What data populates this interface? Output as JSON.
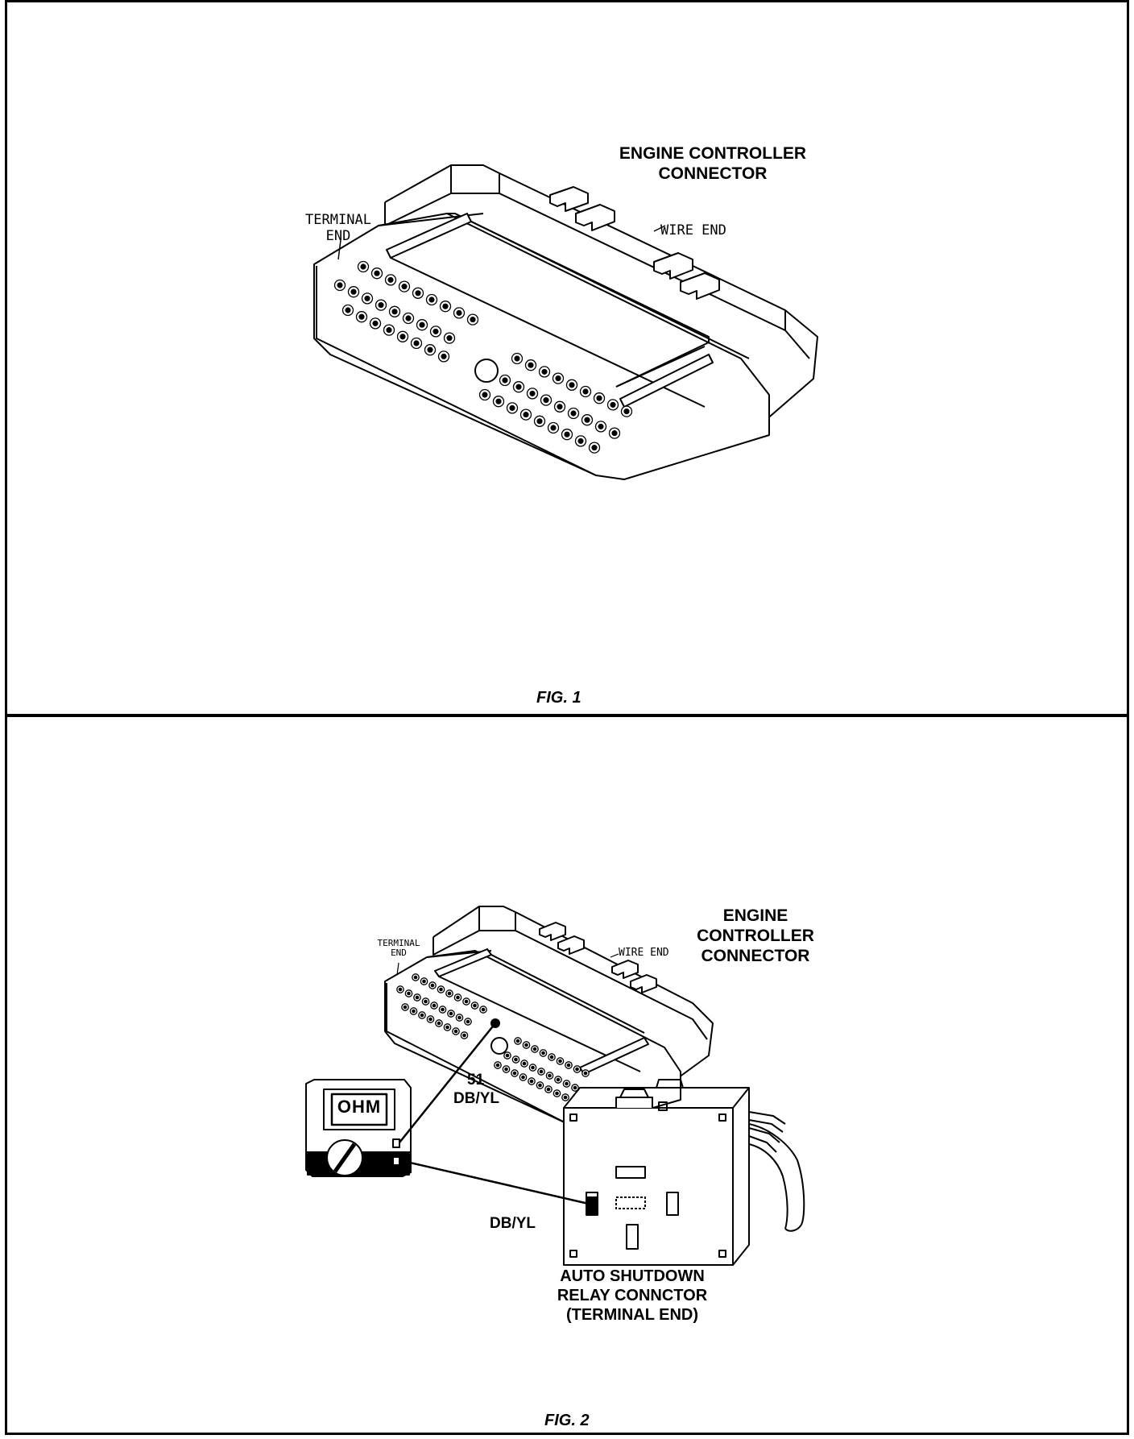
{
  "fig1": {
    "title_line1": "ENGINE CONTROLLER",
    "title_line2": "CONNECTOR",
    "terminal_end_line1": "TERMINAL",
    "terminal_end_line2": "END",
    "wire_end": "WIRE END",
    "caption": "FIG. 1"
  },
  "fig2": {
    "title_line1": "ENGINE",
    "title_line2": "CONTROLLER",
    "title_line3": "CONNECTOR",
    "terminal_end_line1": "TERMINAL",
    "terminal_end_line2": "END",
    "wire_end": "WIRE END",
    "pin_number": "51",
    "pin_wire_color": "DB/YL",
    "relay_wire_color": "DB/YL",
    "meter_display": "OHM",
    "relay_line1": "AUTO SHUTDOWN",
    "relay_line2": "RELAY CONNCTOR",
    "relay_line3": "(TERMINAL END)",
    "caption": "FIG. 2"
  }
}
